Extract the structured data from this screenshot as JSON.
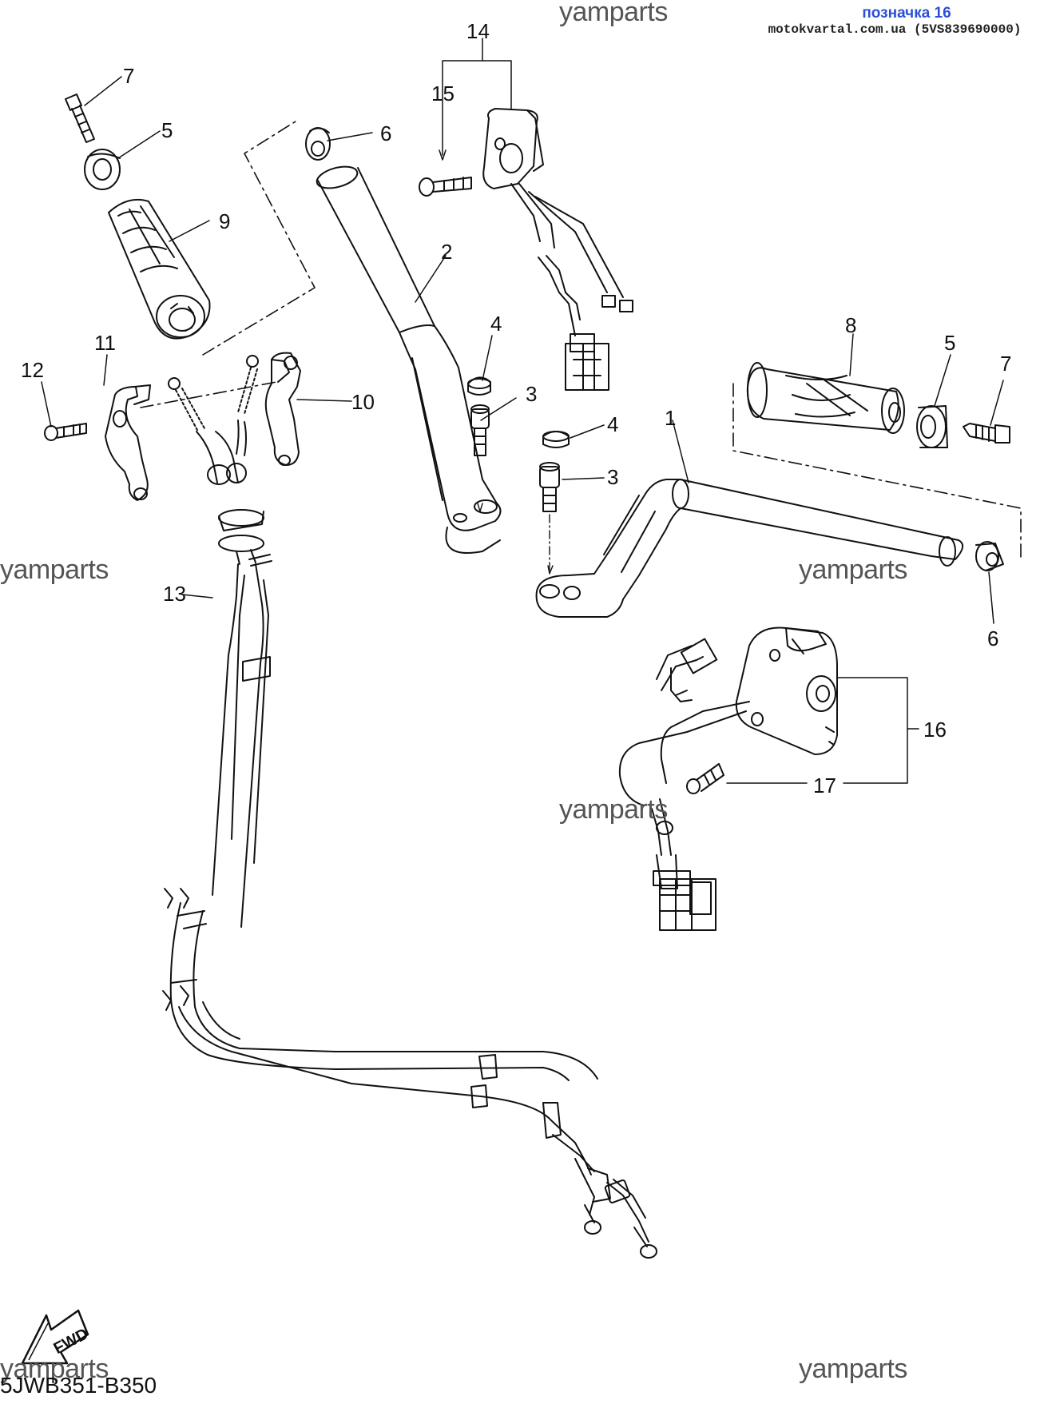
{
  "header": {
    "reference_label": "позначка 16",
    "site_line": "motokvartal.com.ua (5VS839690000)"
  },
  "watermarks": [
    "yamparts",
    "yamparts",
    "yamparts",
    "yamparts",
    "yamparts",
    "yamparts"
  ],
  "diagram_code": "5JWB351-B350",
  "fwd_label": "FWD",
  "callouts": {
    "c1": "1",
    "c2": "2",
    "c3a": "3",
    "c3b": "3",
    "c4a": "4",
    "c4b": "4",
    "c5a": "5",
    "c5b": "5",
    "c6a": "6",
    "c6b": "6",
    "c7a": "7",
    "c7b": "7",
    "c8": "8",
    "c9": "9",
    "c10": "10",
    "c11": "11",
    "c12": "12",
    "c13": "13",
    "c14": "14",
    "c15": "15",
    "c16": "16",
    "c17": "17"
  }
}
